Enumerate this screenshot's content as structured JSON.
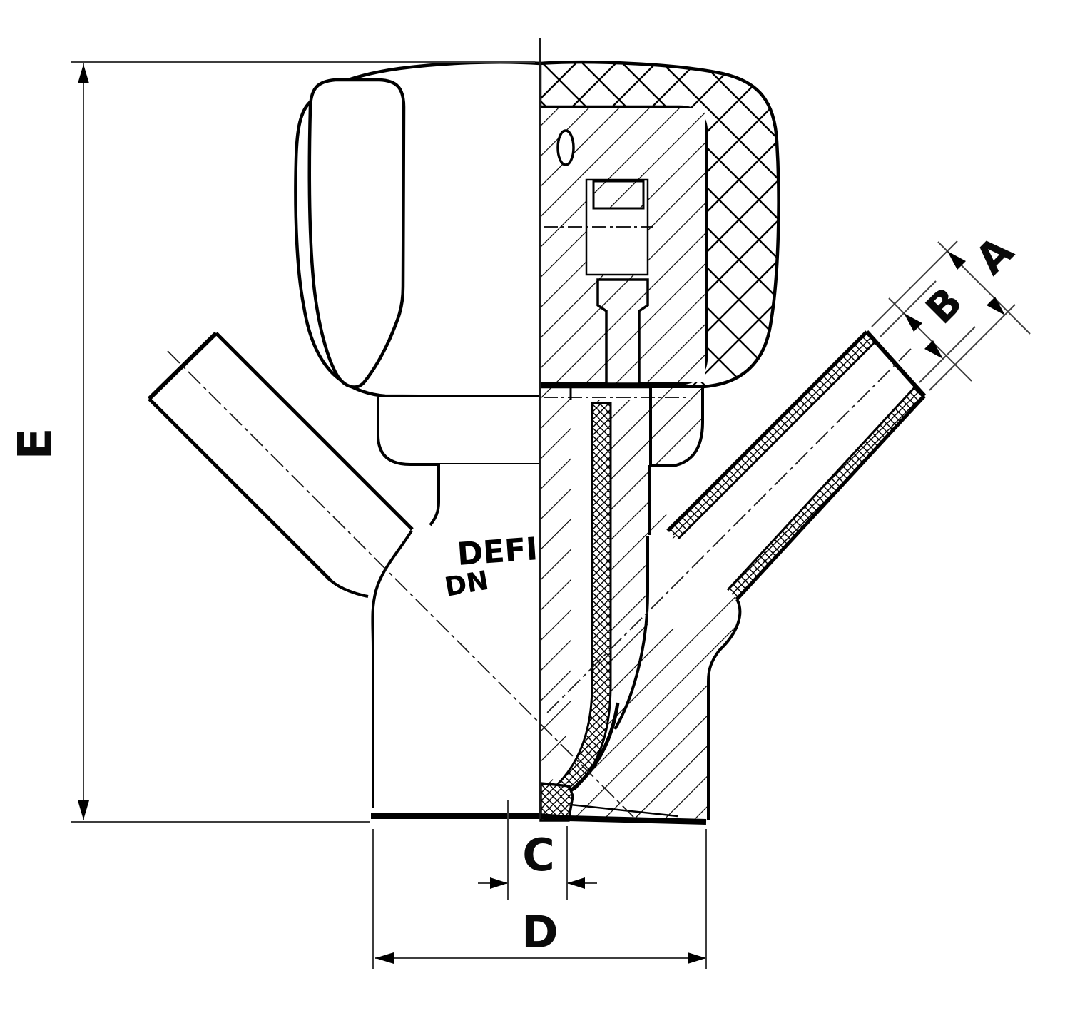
{
  "drawing": {
    "type": "valve-cross-section-technical-drawing",
    "dimension_labels": {
      "a": "A",
      "b": "B",
      "c": "C",
      "d": "D",
      "e": "E"
    },
    "body_markings": {
      "brand_text": "DEFI",
      "dn_text": "DN"
    },
    "colors": {
      "line": "#000000",
      "dimension_line": "#3d3d3d",
      "background": "#ffffff"
    }
  }
}
